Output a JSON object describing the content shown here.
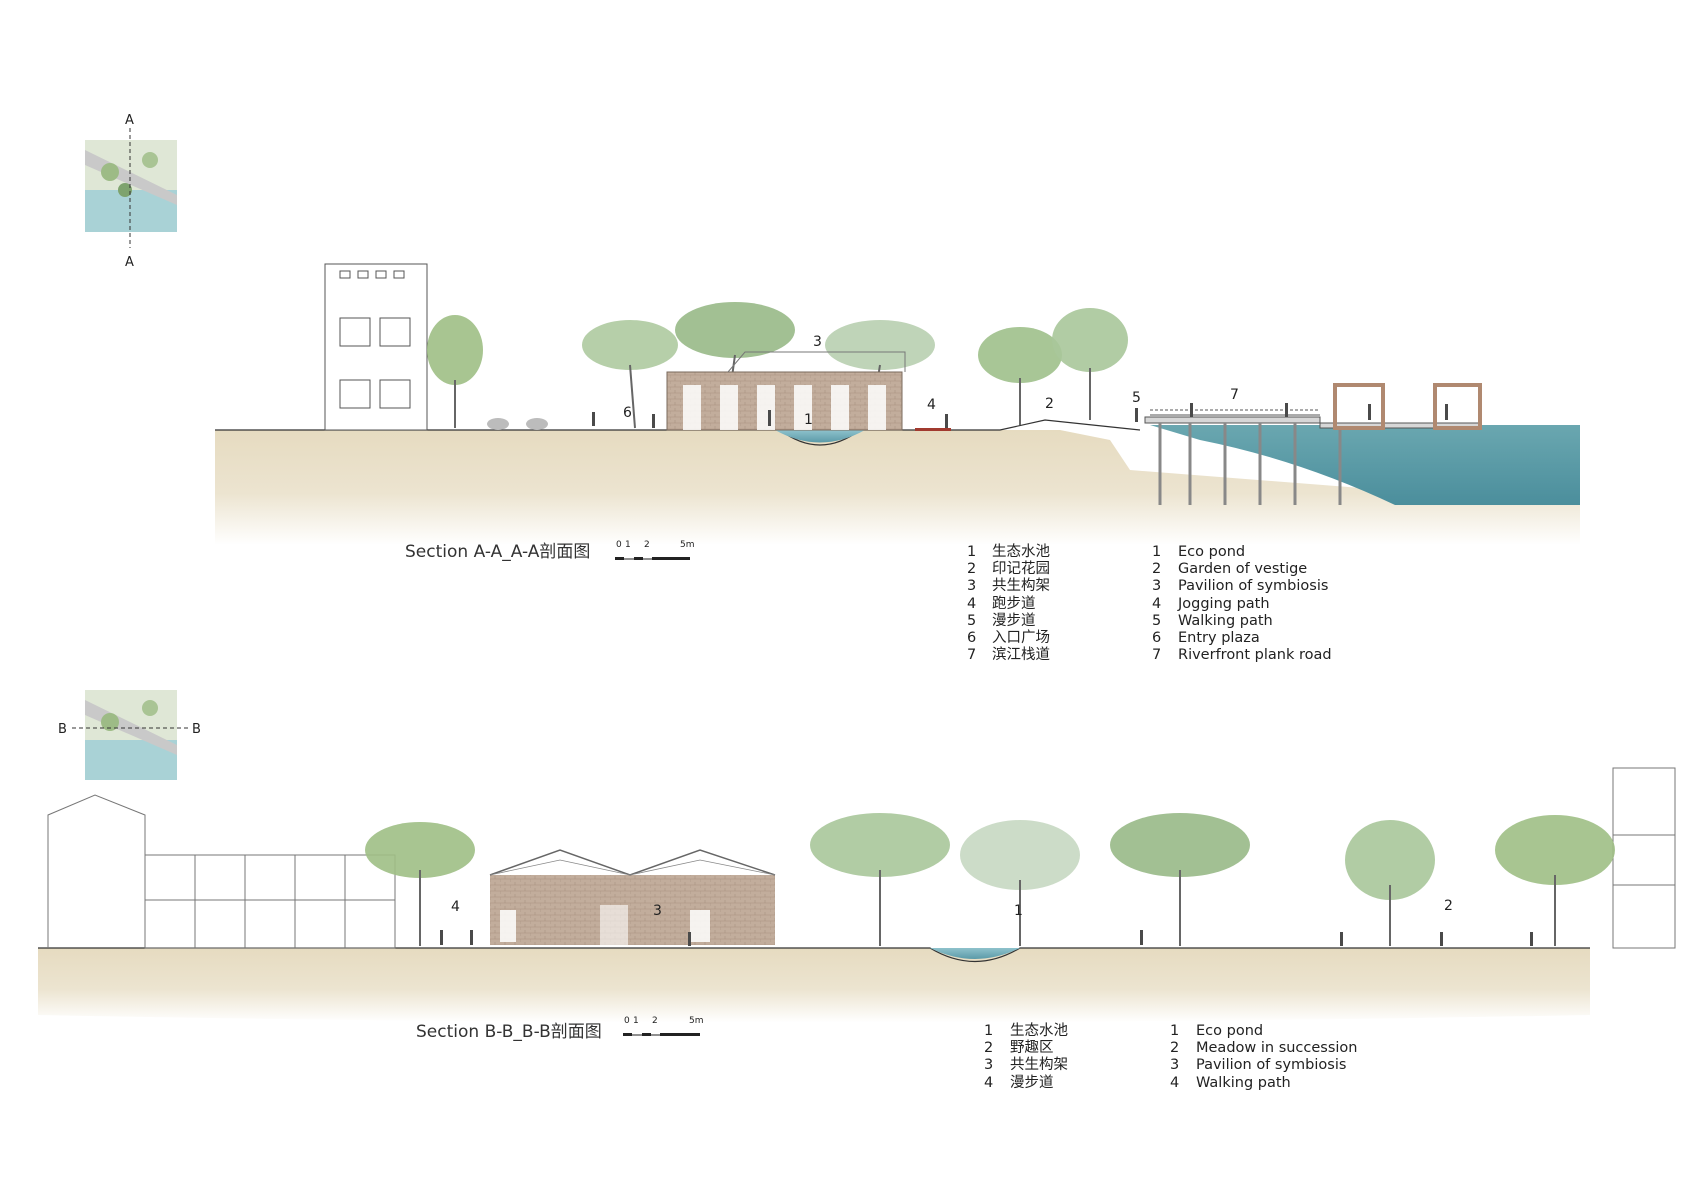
{
  "section_a": {
    "title": "Section A-A_A-A剖面图",
    "key_label_top": "A",
    "key_label_bottom": "A",
    "scale": {
      "t0": "0",
      "t1": "1",
      "t2": "2",
      "t5": "5m"
    },
    "markers": [
      "1",
      "2",
      "3",
      "4",
      "5",
      "6",
      "7"
    ],
    "legend_numbers": [
      "1",
      "2",
      "3",
      "4",
      "5",
      "6",
      "7"
    ],
    "legend_cn": [
      "生态水池",
      "印记花园",
      "共生构架",
      "跑步道",
      "漫步道",
      "入口广场",
      "滨江栈道"
    ],
    "legend_en": [
      "Eco pond",
      "Garden of vestige",
      "Pavilion of symbiosis",
      "Jogging path",
      "Walking path",
      "Entry plaza",
      "Riverfront plank road"
    ]
  },
  "section_b": {
    "title": "Section B-B_B-B剖面图",
    "key_label_left": "B",
    "key_label_right": "B",
    "scale": {
      "t0": "0",
      "t1": "1",
      "t2": "2",
      "t5": "5m"
    },
    "markers": [
      "1",
      "2",
      "3",
      "4"
    ],
    "legend_numbers": [
      "1",
      "2",
      "3",
      "4"
    ],
    "legend_cn": [
      "生态水池",
      "野趣区",
      "共生构架",
      "漫步道"
    ],
    "legend_en": [
      "Eco pond",
      "Meadow in succession",
      "Pavilion of symbiosis",
      "Walking path"
    ]
  },
  "colors": {
    "ground": "#e9dfc6",
    "water": "#5d9aa6",
    "tree": "#8fb07a",
    "brick": "#b9a392"
  }
}
